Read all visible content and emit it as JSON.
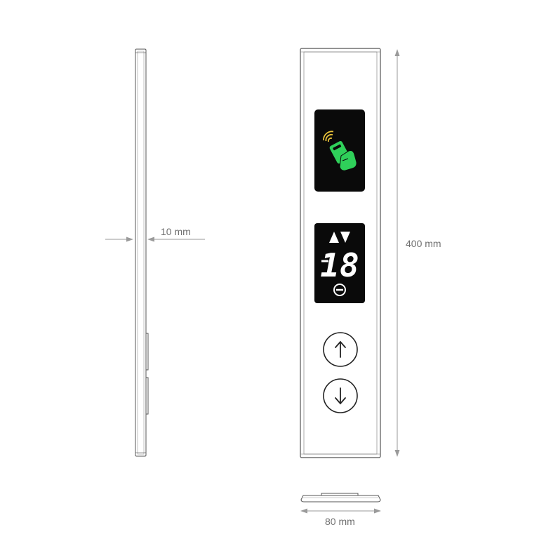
{
  "dimensions": {
    "depth": "10 mm",
    "height": "400 mm",
    "width": "80 mm"
  },
  "display": {
    "floor_number": "18",
    "direction_arrows": [
      "up-triangle-icon",
      "down-triangle-icon"
    ],
    "status_icon": "no-entry-icon"
  },
  "card_reader": {
    "icon": "card-tap-icon"
  },
  "call_buttons": [
    {
      "name": "call-up-button",
      "icon": "arrow-up-icon"
    },
    {
      "name": "call-down-button",
      "icon": "arrow-down-icon"
    }
  ],
  "colors": {
    "panel_outline": "#555555",
    "dimension_line": "#9a9a9a",
    "screen_background": "#0a0a0a",
    "card_green": "#2fd05a",
    "wave_yellow": "#e9c23a",
    "led_white": "#ffffff"
  }
}
